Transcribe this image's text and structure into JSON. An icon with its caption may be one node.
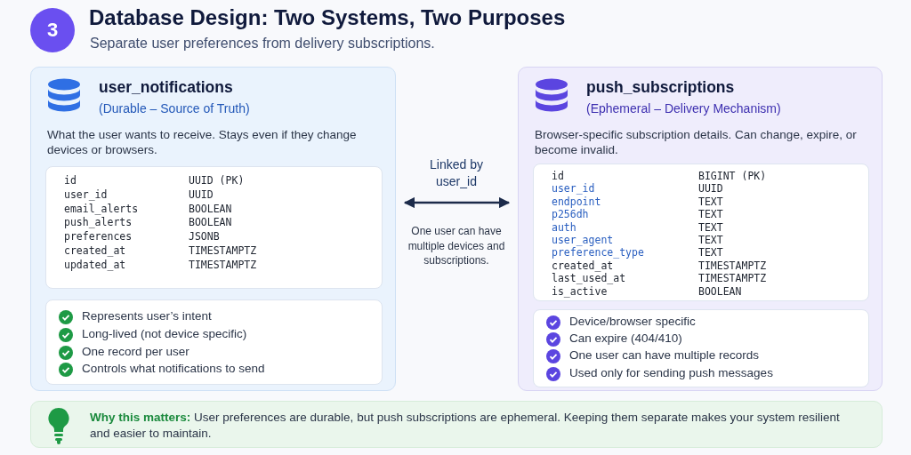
{
  "diagram": {
    "title": "Database Design: Two Systems, Two Purposes",
    "nodes": [
      {
        "text": [
          "user_notifications",
          "(Durable – Source of Truth)",
          "What the user wants to receive. Stays even if they change devices or browsers."
        ]
      },
      {
        "text": [
          "id",
          "UUID (PK)",
          "user_id",
          "UUID",
          "email_alerts",
          "BOOLEAN",
          "push_alerts",
          "BOOLEAN",
          "preferences",
          "JSONB",
          "created_at",
          "TIMESTAMPTZ",
          "updated_at",
          "TIMESTAMPTZ"
        ],
        "in": 0
      },
      {
        "text": [
          "Represents user’s intent",
          "Long-lived (not device specific)",
          "One record per user",
          "Controls what notifications to send"
        ],
        "in": 0
      },
      {
        "text": [
          "push_subscriptions",
          "(Ephemeral – Delivery Mechanism)",
          "Browser-specific subscription details. Can change, expire, or become invalid."
        ]
      },
      {
        "text": [
          "id",
          "BIGINT (PK)",
          "user_id",
          "UUID",
          "endpoint",
          "TEXT",
          "p256dh",
          "TEXT",
          "auth",
          "TEXT",
          "user_agent",
          "TEXT",
          "preference_type",
          "TEXT",
          "created_at",
          "TIMESTAMPTZ",
          "last_used_at",
          "TIMESTAMPTZ",
          "is_active",
          "BOOLEAN"
        ],
        "in": 3
      },
      {
        "text": [
          "Device/browser specific",
          "Can expire (404/410)",
          "One user can have multiple records",
          "Used only for sending push messages"
        ],
        "in": 3
      },
      {
        "text": [
          "**Why this matters:** User preferences are durable, but push subscriptions are ephemeral. Keeping them separate makes your system resilient and easier to maintain."
        ]
      }
    ],
    "edges": [
      {
        "from": 0,
        "to": 3,
        "arrow": "both",
        "label": "Linked by user_id"
      }
    ],
    "labels": [
      "3",
      "Separate user preferences from delivery subscriptions.",
      "One user can have multiple devices and subscriptions."
    ]
  }
}
